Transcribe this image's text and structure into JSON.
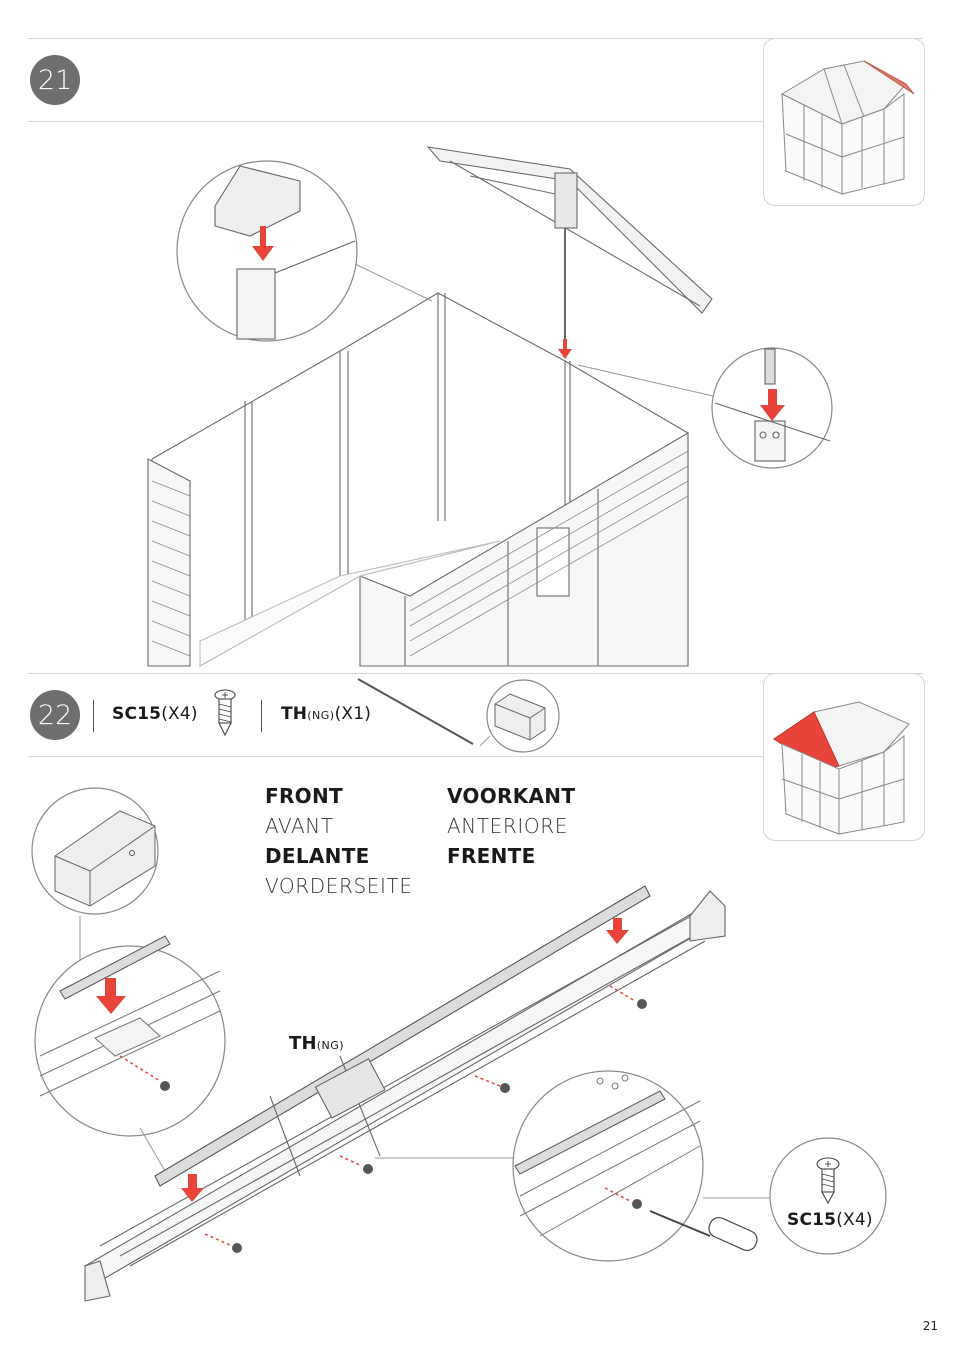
{
  "page": {
    "number": "21"
  },
  "step21": {
    "number": "21"
  },
  "step22": {
    "number": "22",
    "screw_part": {
      "code": "SC15",
      "qty": "(X4)"
    },
    "rod_part": {
      "code": "TH",
      "variant": "(NG)",
      "qty": "(X1)"
    },
    "orientation_labels": {
      "col1": [
        "FRONT",
        "AVANT",
        "DELANTE",
        "VORDERSEITE"
      ],
      "col2": [
        "VOORKANT",
        "ANTERIORE",
        "FRENTE"
      ]
    },
    "callout_part": {
      "code": "TH",
      "variant": "(NG)"
    },
    "screw_callout": {
      "code": "SC15",
      "qty": "(X4)"
    }
  },
  "colors": {
    "accent_red": "#e8443a",
    "roof_highlight": "#e07a68",
    "badge_gray": "#6e6e6e"
  }
}
